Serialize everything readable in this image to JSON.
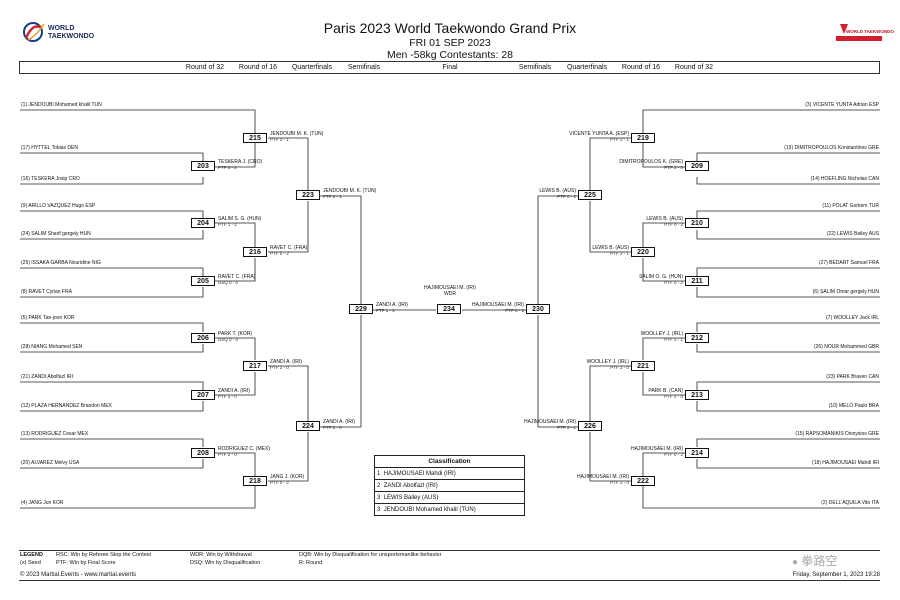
{
  "header": {
    "title": "Paris 2023 World Taekwondo Grand Prix",
    "date": "FRI 01 SEP 2023",
    "subtitle": "Men -58kg   Contestants: 28",
    "logo_left_text": "WORLD TAEKWONDO",
    "logo_right_text": "WORLD TAEKWONDO"
  },
  "rounds_left": [
    "Round of 32",
    "Round of 16",
    "Quarterfinals",
    "Semifinals"
  ],
  "round_final": "Final",
  "rounds_right": [
    "Semifinals",
    "Quarterfinals",
    "Round of 16",
    "Round of 32"
  ],
  "left_entrants": [
    "(1) JENDOUBI Mohamed khalil TUN",
    "(17) HYTTEL Tobias DEN",
    "(16) TESKERA Josip CRO",
    "(9) ARILLO VAZQUEZ Hugo ESP",
    "(24) SALIM Sharif gergely HUN",
    "(25) ISSAKA GARBA Nouridine NIG",
    "(8) RAVET Cyrian FRA",
    "(5) PARK Tae-joon KOR",
    "(28) NIANG Mohamed SEN",
    "(21) ZANDI Abolfazl IRI",
    "(12) PLAZA HERNANDEZ Brandon MEX",
    "(13) RODRIGUEZ Cesar MEX",
    "(20) ALVAREZ Melvy USA",
    "(4) JANG Jun KOR"
  ],
  "right_entrants": [
    "(3) VICENTE YUNTA Adrian ESP",
    "(19) DIMITROPOULOS Konstantinos GRE",
    "(14) HOEFLING Nicholas CAN",
    "(11) POLAT Gorkem TUR",
    "(22) LEWIS Bailey AUS",
    "(27) BEDART Samuel FRA",
    "(6) SALIM Omar gergely HUN",
    "(7) WOOLLEY Jack IRL",
    "(26) NOUR Mohammed GBR",
    "(23) PARK Braven CAN",
    "(10) MELO Paulo BRA",
    "(15) RAPSOMANIKIS Dionysios GRE",
    "(18) HAJIMOUSAEI Mahdi IRI",
    "(2) DELL'AQUILA Vito ITA"
  ],
  "matches": [
    {
      "id": "215",
      "winner": "JENDOUBI M. K. (TUN)",
      "score": "PTF 2 - 1"
    },
    {
      "id": "203",
      "winner": "TESKERA J. (CRO)",
      "score": "PTF 0 - 2"
    },
    {
      "id": "204",
      "winner": "SALIM S. G. (HUN)",
      "score": "PTF 1 - 2"
    },
    {
      "id": "205",
      "winner": "RAVET C. (FRA)",
      "score": "DSQ 0 - 0"
    },
    {
      "id": "206",
      "winner": "PARK T. (KOR)",
      "score": "DSQ 0 - 0"
    },
    {
      "id": "207",
      "winner": "ZANDI A. (IRI)",
      "score": "PTF 2 - 0"
    },
    {
      "id": "208",
      "winner": "RODRIGUEZ C. (MEX)",
      "score": "PTF 2 - 0"
    },
    {
      "id": "218",
      "winner": "JANG J. (KOR)",
      "score": "PTF 0 - 2"
    },
    {
      "id": "216",
      "winner": "RAVET C. (FRA)",
      "score": "PTF 0 - 2"
    },
    {
      "id": "217",
      "winner": "ZANDI A. (IRI)",
      "score": "PTF 2 - 0"
    },
    {
      "id": "223",
      "winner": "JENDOUBI M. K. (TUN)",
      "score": "PTF 2 - 1"
    },
    {
      "id": "224",
      "winner": "ZANDI A. (IRI)",
      "score": "PTF 2 - 0"
    },
    {
      "id": "229",
      "winner": "ZANDI A. (IRI)",
      "score": "PTF 1 - 2"
    },
    {
      "id": "234",
      "winner": "HAJIMOUSAEI M. (IRI)",
      "score": "WDR"
    },
    {
      "id": "230",
      "winner": "HAJIMOUSAEI M. (IRI)",
      "score": "PTF 0 - 2"
    },
    {
      "id": "225",
      "winner": "LEWIS B. (AUS)",
      "score": "PTF 0 - 2"
    },
    {
      "id": "226",
      "winner": "HAJIMOUSAEI M. (IRI)",
      "score": "PTF 2 - 1"
    },
    {
      "id": "219",
      "winner": "VICENTE YUNTA A. (ESP)",
      "score": "PTF 2 - 1"
    },
    {
      "id": "220",
      "winner": "LEWIS B. (AUS)",
      "score": "PTF 2 - 1"
    },
    {
      "id": "221",
      "winner": "WOOLLEY J. (IRL)",
      "score": "PTF 2 - 0"
    },
    {
      "id": "222",
      "winner": "HAJIMOUSAEI M. (IRI)",
      "score": "PTF 2 - 0"
    },
    {
      "id": "209",
      "winner": "DIMITROPOULOS K. (GRE)",
      "score": "PTF 2 - 0"
    },
    {
      "id": "210",
      "winner": "LEWIS B. (AUS)",
      "score": "PTF 0 - 2"
    },
    {
      "id": "211",
      "winner": "SALIM O. G. (HUN)",
      "score": "PTF 0 - 2"
    },
    {
      "id": "212",
      "winner": "WOOLLEY J. (IRL)",
      "score": "PTF 2 - 1"
    },
    {
      "id": "213",
      "winner": "PARK B. (CAN)",
      "score": "PTF 2 - 0"
    },
    {
      "id": "214",
      "winner": "HAJIMOUSAEI M. (IRI)",
      "score": "PTF 0 - 2"
    }
  ],
  "classification": {
    "title": "Classification",
    "rows": [
      {
        "rank": "1",
        "name": "HAJIMOUSAEI Mahdi (IRI)"
      },
      {
        "rank": "2",
        "name": "ZANDI Abolfazl (IRI)"
      },
      {
        "rank": "3",
        "name": "LEWIS Bailey (AUS)"
      },
      {
        "rank": "3",
        "name": "JENDOUBI Mohamed khalil (TUN)"
      }
    ]
  },
  "legend": {
    "title": "LEGEND",
    "items": [
      "RSC: Win by Referee Stop the Contest",
      "WDR: Win by Withdrawal",
      "DQB: Win by Disqualification for unsportsmanlike behavior",
      "(x) Seed",
      "PTF: Win by Final Score",
      "DSQ: Win by Disqualification",
      "R: Round"
    ]
  },
  "footer": {
    "copyright": "© 2023 Martial.Events - www.martial.events",
    "timestamp": "Friday, September 1, 2023 19:28",
    "watermark": "拳路空"
  }
}
